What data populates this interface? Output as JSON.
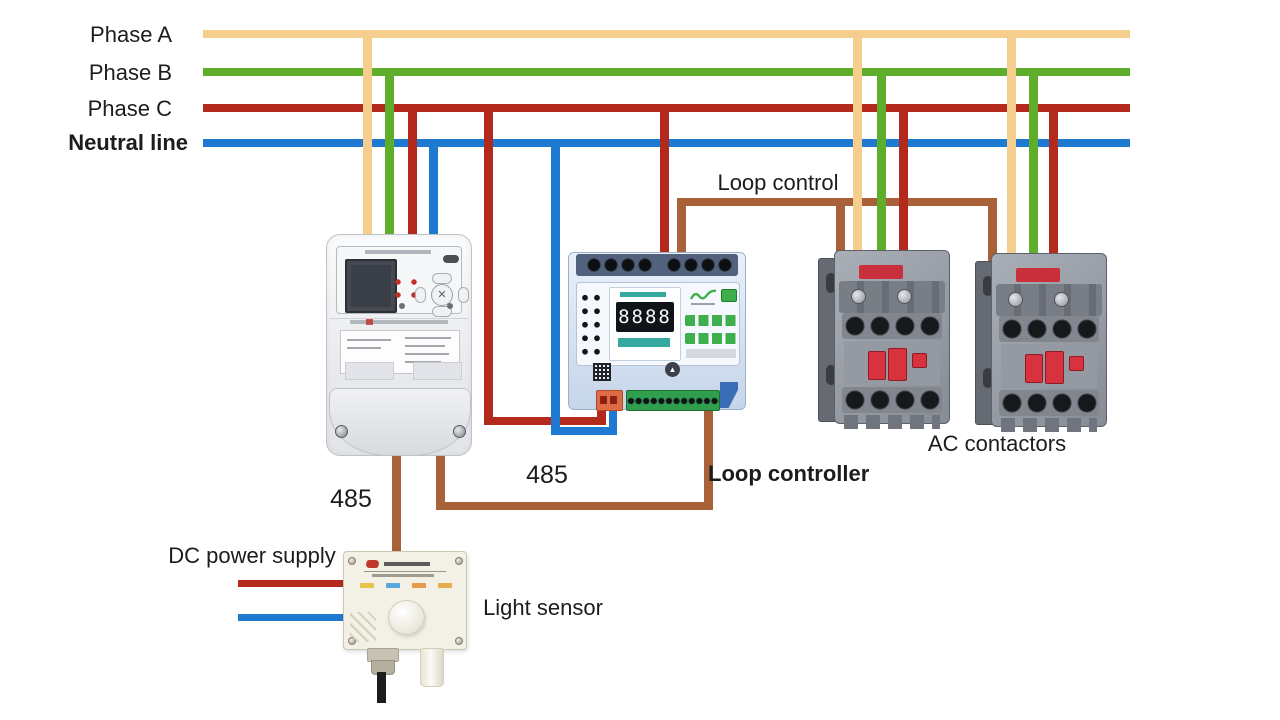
{
  "bus": {
    "lines": [
      {
        "id": "phase-a",
        "label": "Phase A",
        "color": "#f5cd8d"
      },
      {
        "id": "phase-b",
        "label": "Phase B",
        "color": "#5fae2b"
      },
      {
        "id": "phase-c",
        "label": "Phase C",
        "color": "#b3291b"
      },
      {
        "id": "neutral",
        "label": "Neutral line",
        "color": "#1e79d0"
      }
    ]
  },
  "annotations": {
    "loop_control": "Loop control",
    "rs485_controller": "485",
    "rs485_sensor": "485",
    "loop_controller": "Loop controller",
    "ac_contactors": "AC contactors",
    "dc_power_supply": "DC power supply",
    "light_sensor": "Light sensor"
  },
  "wire_colors": {
    "phase_a": "#f5cd8d",
    "phase_b": "#5fae2b",
    "phase_c": "#b3291b",
    "neutral": "#1e79d0",
    "comm_485_loop": "#a96139",
    "dc_red": "#b3291b",
    "dc_blue": "#1e79d0"
  },
  "loop_controller": {
    "display_value": "8888",
    "button_color": "#3eb04b",
    "terminal_strip_color": "#2f9e4d"
  }
}
